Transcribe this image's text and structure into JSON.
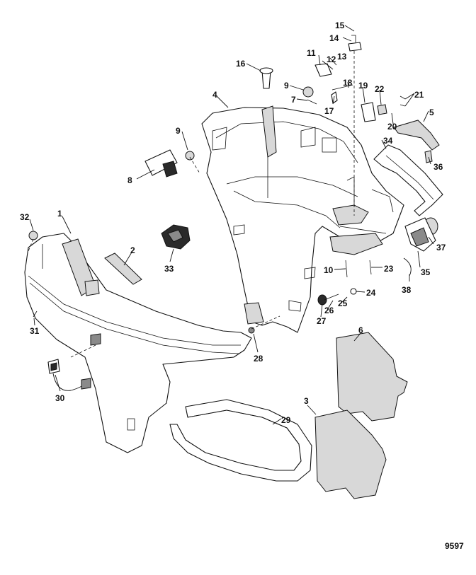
{
  "figure_number": "9597",
  "callouts": [
    {
      "id": "15",
      "text": "15"
    },
    {
      "id": "14",
      "text": "14"
    },
    {
      "id": "11",
      "text": "11"
    },
    {
      "id": "12",
      "text": "12"
    },
    {
      "id": "13",
      "text": "13"
    },
    {
      "id": "16",
      "text": "16"
    },
    {
      "id": "9a",
      "text": "9"
    },
    {
      "id": "18",
      "text": "18"
    },
    {
      "id": "19",
      "text": "19"
    },
    {
      "id": "22",
      "text": "22"
    },
    {
      "id": "21",
      "text": "21"
    },
    {
      "id": "4",
      "text": "4"
    },
    {
      "id": "7",
      "text": "7"
    },
    {
      "id": "17",
      "text": "17"
    },
    {
      "id": "20",
      "text": "20"
    },
    {
      "id": "5",
      "text": "5"
    },
    {
      "id": "9b",
      "text": "9"
    },
    {
      "id": "34",
      "text": "34"
    },
    {
      "id": "36",
      "text": "36"
    },
    {
      "id": "8",
      "text": "8"
    },
    {
      "id": "1",
      "text": "1"
    },
    {
      "id": "32",
      "text": "32"
    },
    {
      "id": "2",
      "text": "2"
    },
    {
      "id": "33",
      "text": "33"
    },
    {
      "id": "37",
      "text": "37"
    },
    {
      "id": "10",
      "text": "10"
    },
    {
      "id": "23",
      "text": "23"
    },
    {
      "id": "35",
      "text": "35"
    },
    {
      "id": "24",
      "text": "24"
    },
    {
      "id": "38",
      "text": "38"
    },
    {
      "id": "25",
      "text": "25"
    },
    {
      "id": "26",
      "text": "26"
    },
    {
      "id": "27",
      "text": "27"
    },
    {
      "id": "31",
      "text": "31"
    },
    {
      "id": "6",
      "text": "6"
    },
    {
      "id": "28",
      "text": "28"
    },
    {
      "id": "30",
      "text": "30"
    },
    {
      "id": "3",
      "text": "3"
    },
    {
      "id": "29",
      "text": "29"
    }
  ]
}
